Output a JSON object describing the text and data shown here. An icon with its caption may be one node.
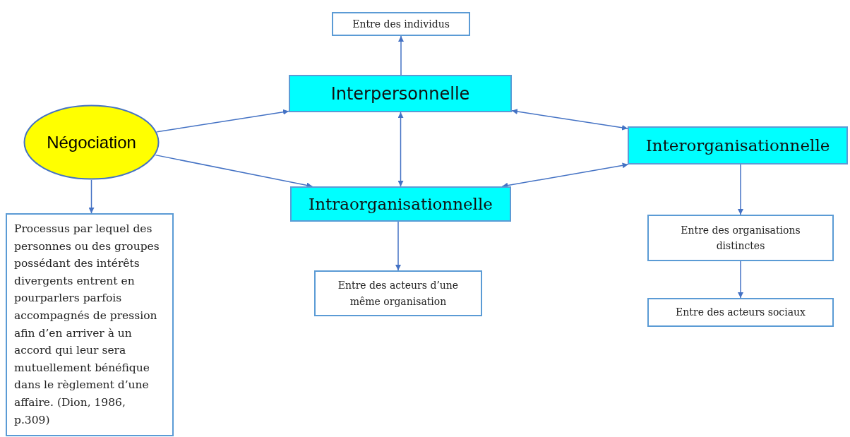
{
  "diagram": {
    "nodes": [
      {
        "text": [
          "Négociation"
        ]
      },
      {
        "text": [
          "Processus par lequel des personnes ou des groupes possédant des intérêts divergents entrent en pourparlers parfois accompagnés de pression afin d’en arriver à un accord qui leur sera mutuellement bénéfique dans le règlement d’une affaire. (Dion, 1986, p.309)"
        ]
      },
      {
        "text": [
          "Entre des individus"
        ]
      },
      {
        "text": [
          "Interpersonnelle"
        ]
      },
      {
        "text": [
          "Intraorganisationnelle"
        ]
      },
      {
        "text": [
          "Entre des acteurs d’une même organisation"
        ]
      },
      {
        "text": [
          "Interorganisationnelle"
        ]
      },
      {
        "text": [
          "Entre des organisations distinctes"
        ]
      },
      {
        "text": [
          "Entre des acteurs sociaux"
        ]
      }
    ],
    "edges": [
      {
        "from": 0,
        "to": 1,
        "arrow": "to"
      },
      {
        "from": 0,
        "to": 3,
        "arrow": "to"
      },
      {
        "from": 0,
        "to": 4,
        "arrow": "to"
      },
      {
        "from": 3,
        "to": 2,
        "arrow": "to"
      },
      {
        "from": 3,
        "to": 4,
        "arrow": "both"
      },
      {
        "from": 4,
        "to": 5,
        "arrow": "to"
      },
      {
        "from": 6,
        "to": 3,
        "arrow": "both"
      },
      {
        "from": 6,
        "to": 4,
        "arrow": "both"
      },
      {
        "from": 6,
        "to": 7,
        "arrow": "to"
      },
      {
        "from": 7,
        "to": 8,
        "arrow": "to"
      }
    ]
  }
}
